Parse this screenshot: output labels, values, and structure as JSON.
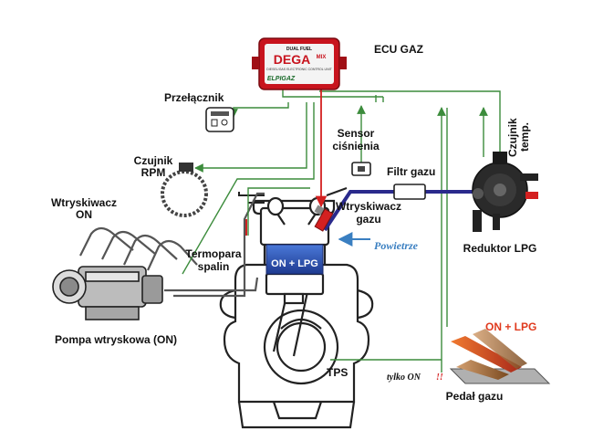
{
  "labels": {
    "ecu": "ECU GAZ",
    "switch": "Przełącznik",
    "rpm_line1": "Czujnik",
    "rpm_line2": "RPM",
    "injector_on_line1": "Wtryskiwacz",
    "injector_on_line2": "ON",
    "pump": "Pompa wtryskowa (ON)",
    "pressure_line1": "Sensor",
    "pressure_line2": "ciśnienia",
    "gas_filter": "Filtr gazu",
    "temp_line1": "Czujnik",
    "temp_line2": "temp.",
    "gas_injector_line1": "Wtryskiwacz",
    "gas_injector_line2": "gazu",
    "air": "Powietrze",
    "thermocouple_line1": "Termopara",
    "thermocouple_line2": "spalin",
    "chamber": "ON + LPG",
    "reducer": "Reduktor LPG",
    "tps": "TPS",
    "pedal_on_lpg": "ON + LPG",
    "pedal_on_only": "tylko ON",
    "pedal_marks": "!!",
    "pedal": "Pedał gazu"
  },
  "ecu_box": {
    "dual_fuel": "DUAL FUEL",
    "brand": "DEGA",
    "brand_suffix": "MIX",
    "subtitle": "DIESEL/GAS ELECTRONIC CONTROL UNIT",
    "maker": "ELPIGAZ"
  },
  "colors": {
    "signal_line": "#3c8c3c",
    "gas_line": "#2a2a8c",
    "power_line": "#d42020",
    "air_arrow": "#3a7fc1",
    "ecu_red": "#c8141e",
    "pedal_lpg_text": "#e03a1e",
    "chamber_blue": "#2e54b8"
  }
}
